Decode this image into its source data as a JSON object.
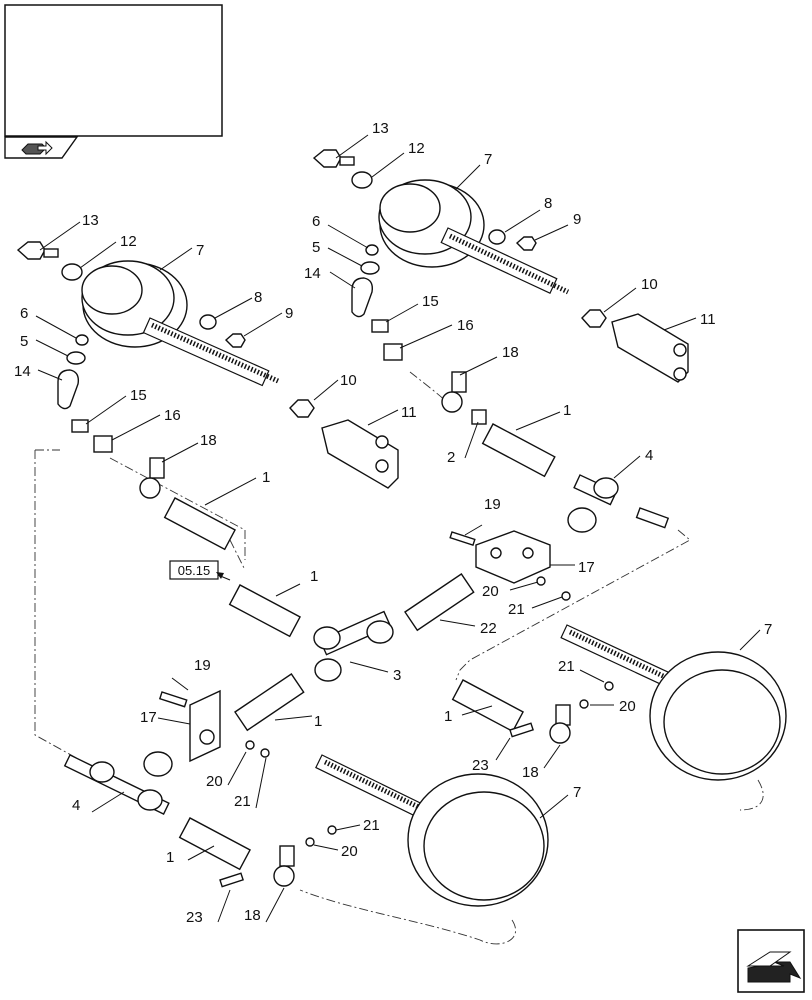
{
  "title_box": {
    "text": ""
  },
  "reference_box": {
    "label": "05.15"
  },
  "icons": {
    "corner_icon": "book-arrow-icon",
    "nav_icon": "next-page-arrow-icon"
  },
  "callouts": [
    {
      "id": "c1",
      "label": "13"
    },
    {
      "id": "c2",
      "label": "12"
    },
    {
      "id": "c3",
      "label": "7"
    },
    {
      "id": "c4",
      "label": "8"
    },
    {
      "id": "c5",
      "label": "9"
    },
    {
      "id": "c6",
      "label": "6"
    },
    {
      "id": "c7",
      "label": "5"
    },
    {
      "id": "c8",
      "label": "14"
    },
    {
      "id": "c9",
      "label": "15"
    },
    {
      "id": "c10",
      "label": "16"
    },
    {
      "id": "c11",
      "label": "10"
    },
    {
      "id": "c12",
      "label": "11"
    },
    {
      "id": "c13",
      "label": "18"
    },
    {
      "id": "c14",
      "label": "1"
    },
    {
      "id": "c15",
      "label": "2"
    },
    {
      "id": "c16",
      "label": "4"
    },
    {
      "id": "c17",
      "label": "13"
    },
    {
      "id": "c18",
      "label": "12"
    },
    {
      "id": "c19",
      "label": "7"
    },
    {
      "id": "c20",
      "label": "8"
    },
    {
      "id": "c21",
      "label": "9"
    },
    {
      "id": "c22",
      "label": "6"
    },
    {
      "id": "c23",
      "label": "5"
    },
    {
      "id": "c24",
      "label": "14"
    },
    {
      "id": "c25",
      "label": "15"
    },
    {
      "id": "c26",
      "label": "16"
    },
    {
      "id": "c27",
      "label": "10"
    },
    {
      "id": "c28",
      "label": "11"
    },
    {
      "id": "c29",
      "label": "18"
    },
    {
      "id": "c30",
      "label": "1"
    },
    {
      "id": "c31",
      "label": "19"
    },
    {
      "id": "c32",
      "label": "17"
    },
    {
      "id": "c33",
      "label": "20"
    },
    {
      "id": "c34",
      "label": "21"
    },
    {
      "id": "c35",
      "label": "1"
    },
    {
      "id": "c36",
      "label": "22"
    },
    {
      "id": "c37",
      "label": "3"
    },
    {
      "id": "c38",
      "label": "7"
    },
    {
      "id": "c39",
      "label": "21"
    },
    {
      "id": "c40",
      "label": "20"
    },
    {
      "id": "c41",
      "label": "1"
    },
    {
      "id": "c42",
      "label": "23"
    },
    {
      "id": "c43",
      "label": "18"
    },
    {
      "id": "c44",
      "label": "19"
    },
    {
      "id": "c45",
      "label": "17"
    },
    {
      "id": "c46",
      "label": "1"
    },
    {
      "id": "c47",
      "label": "20"
    },
    {
      "id": "c48",
      "label": "21"
    },
    {
      "id": "c49",
      "label": "4"
    },
    {
      "id": "c50",
      "label": "7"
    },
    {
      "id": "c51",
      "label": "21"
    },
    {
      "id": "c52",
      "label": "20"
    },
    {
      "id": "c53",
      "label": "1"
    },
    {
      "id": "c54",
      "label": "23"
    },
    {
      "id": "c55",
      "label": "18"
    }
  ]
}
